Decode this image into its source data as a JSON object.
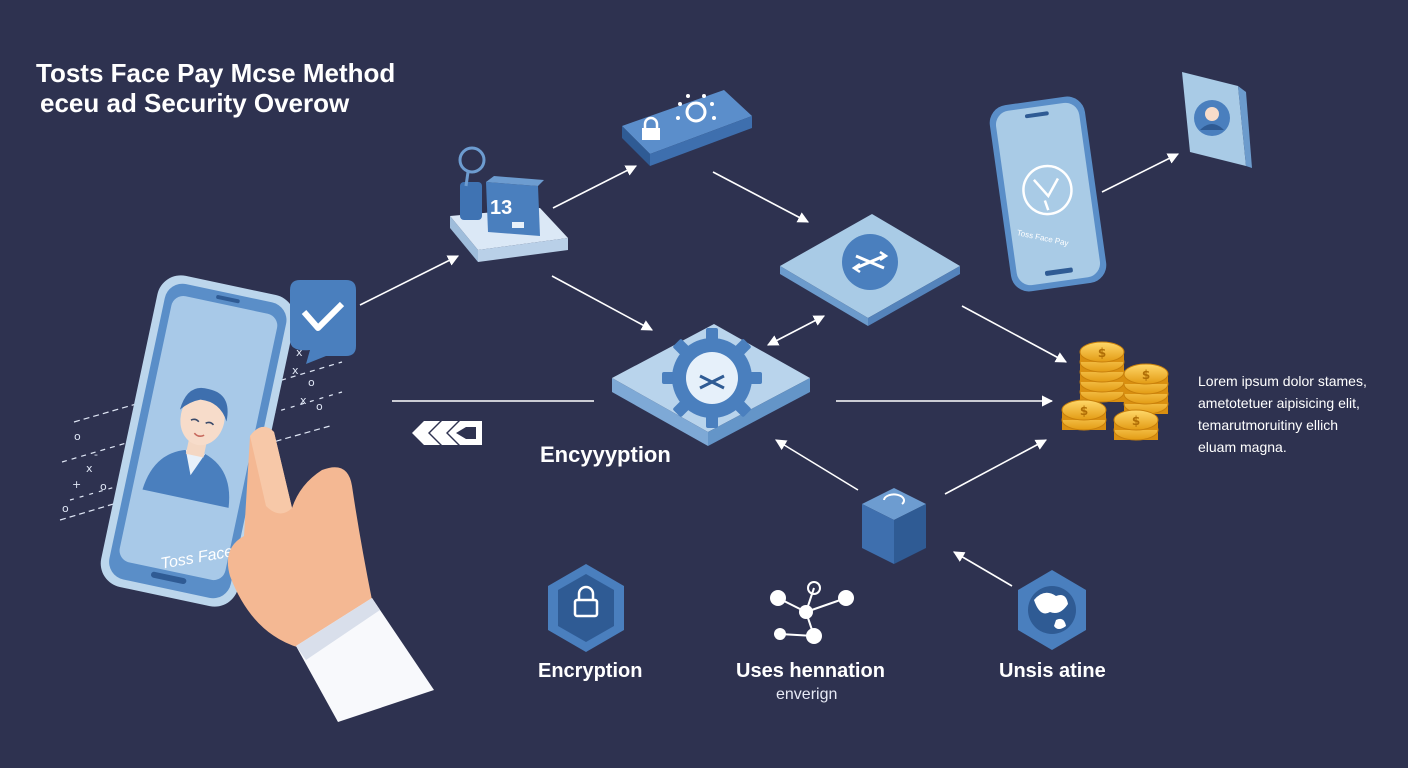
{
  "title": {
    "line1": "Tosts Face Pay Mcse Method",
    "line2": "eceu ad Security Overow"
  },
  "phone": {
    "screen_text": "Toss Face Pay"
  },
  "terminal": {
    "display_text": "13"
  },
  "right_phone": {
    "screen_text": "Toss Face Pay"
  },
  "labels": {
    "encryption_main": "Encyyyption",
    "encryption": "Encryption",
    "uses": "Uses hennation",
    "uses_sub": "enverign",
    "unsis": "Unsis atine"
  },
  "description": {
    "lines": [
      "Lorem ipsum dolor stames,",
      "ametotetuer aipisicing elit,",
      "temarutmoruitiny ellich",
      "eluam magna."
    ]
  },
  "icons": [
    "face-pay-phone-icon",
    "chat-check-icon",
    "terminal-icon",
    "lock-card-icon",
    "secure-tile-icon",
    "gear-encryption-icon",
    "coins-icon",
    "right-phone-icon",
    "profile-card-icon",
    "cube-icon",
    "lock-hexagon-icon",
    "network-nodes-icon",
    "globe-hexagon-icon",
    "back-chevrons-icon"
  ],
  "colors": {
    "background": "#2e3250",
    "accent_blue": "#4a82c4",
    "light_blue": "#a9cbe6",
    "gold": "#f0b52a",
    "text": "#ffffff"
  }
}
